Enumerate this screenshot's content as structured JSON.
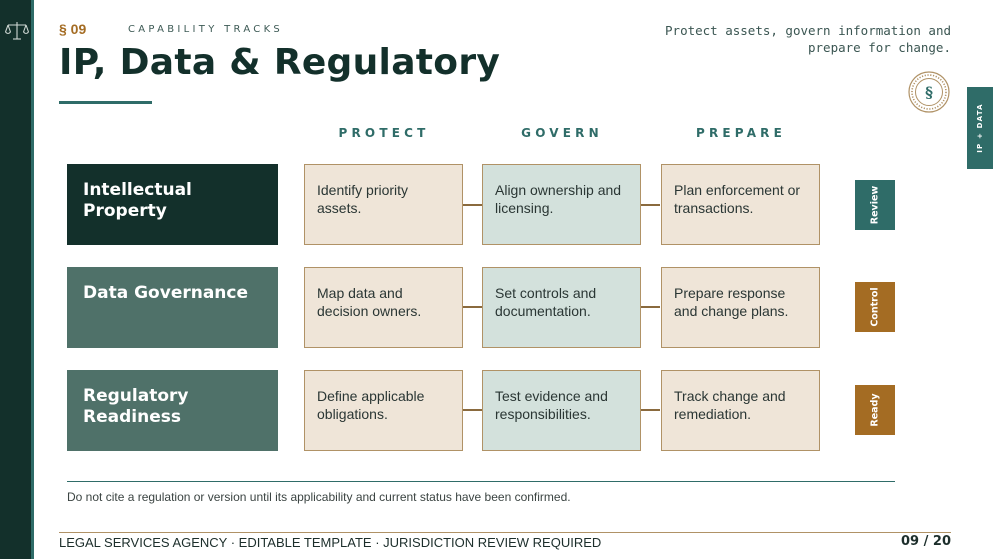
{
  "header": {
    "section_number": "§ 09",
    "eyebrow": "CAPABILITY TRACKS",
    "title": "IP, Data & Regulatory",
    "tagline": "Protect assets, govern information and prepare for change.",
    "seal_glyph": "§",
    "side_tab": "IP + DATA"
  },
  "columns": [
    "PROTECT",
    "GOVERN",
    "PREPARE"
  ],
  "rows": [
    {
      "label": "Intellectual Property",
      "cells": [
        "Identify priority assets.",
        "Align ownership and licensing.",
        "Plan enforcement or transactions."
      ],
      "status": "Review"
    },
    {
      "label": "Data Governance",
      "cells": [
        "Map data and decision owners.",
        "Set controls and documentation.",
        "Prepare response and change plans."
      ],
      "status": "Control"
    },
    {
      "label": "Regulatory Readiness",
      "cells": [
        "Define applicable obligations.",
        "Test evidence and responsibilities.",
        "Track change and remediation."
      ],
      "status": "Ready"
    }
  ],
  "footnote": "Do not cite a regulation or version until its applicability and current status have been confirmed.",
  "footer": {
    "text": "LEGAL SERVICES AGENCY · EDITABLE TEMPLATE · JURISDICTION REVIEW REQUIRED",
    "page": "09 / 20"
  },
  "icons": {
    "rail": "scales-of-justice-icon",
    "seal": "section-seal-icon"
  },
  "colors": {
    "dark_green": "#13302b",
    "teal": "#2f6c68",
    "bronze": "#a46c23",
    "beige": "#efe5d8",
    "sage": "#d3e1dc"
  }
}
